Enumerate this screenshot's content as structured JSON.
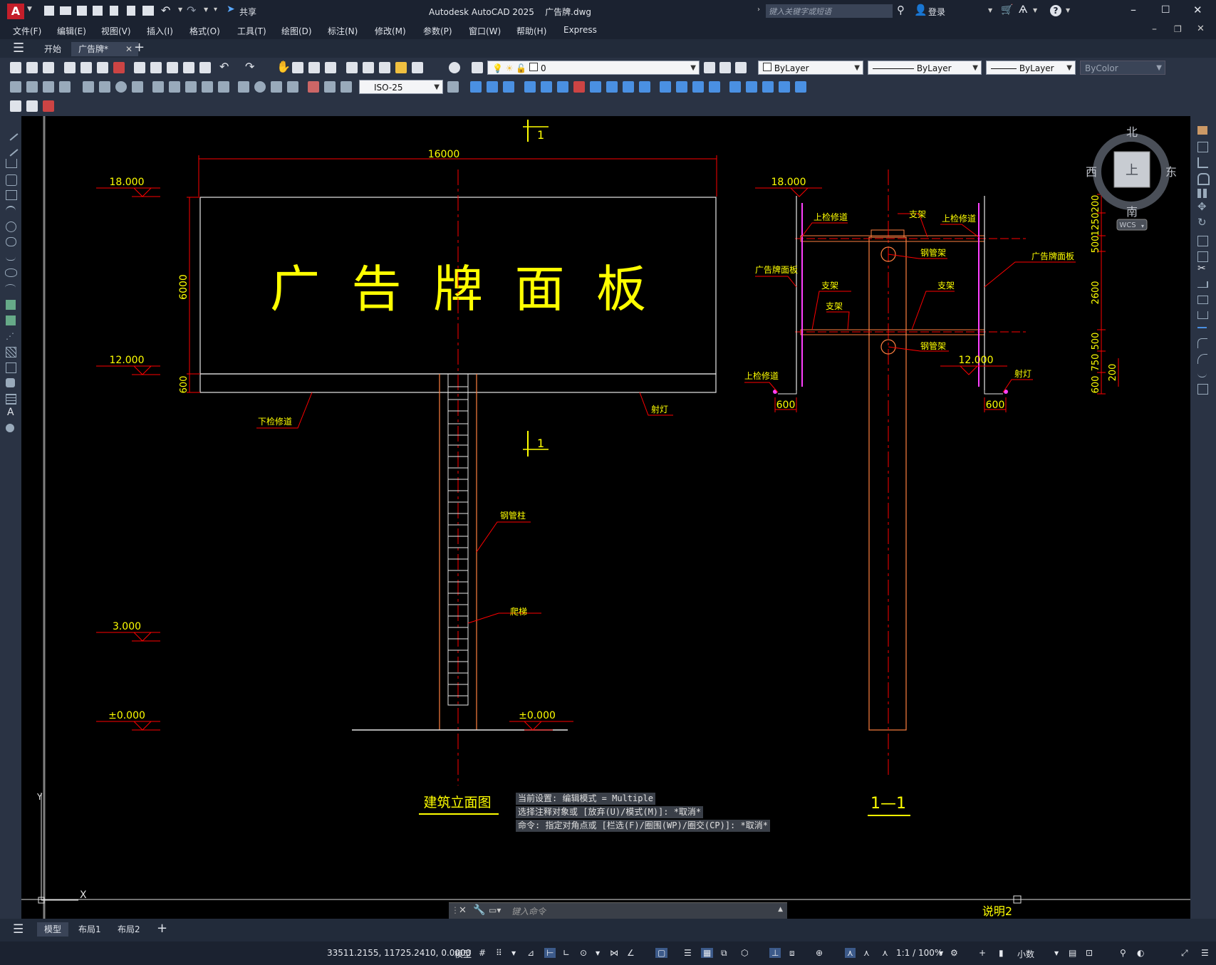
{
  "window": {
    "title": "Autodesk AutoCAD 2025    广告牌.dwg",
    "search_placeholder": "键入关键字或短语",
    "share_label": "共享",
    "login_label": "登录"
  },
  "menu": [
    "文件(F)",
    "编辑(E)",
    "视图(V)",
    "插入(I)",
    "格式(O)",
    "工具(T)",
    "绘图(D)",
    "标注(N)",
    "修改(M)",
    "参数(P)",
    "窗口(W)",
    "帮助(H)",
    "Express"
  ],
  "tabs": [
    {
      "label": "开始"
    },
    {
      "label": "广告牌*"
    }
  ],
  "toolbar": {
    "layer_value": "0",
    "dimstyle_value": "ISO-25",
    "color_value": "ByLayer",
    "linetype_value": "ByLayer",
    "lineweight_value": "ByLayer",
    "plotstyle_value": "ByColor"
  },
  "viewcube": {
    "north": "北",
    "south": "南",
    "east": "东",
    "west": "西",
    "top": "上",
    "wcs": "WCS"
  },
  "drawing": {
    "section_mark": "1",
    "overall_width": "16000",
    "panel_text": "广  告  牌  面  板",
    "dim_height": "6000",
    "dim_bottom": "600",
    "elev_18": "18.000",
    "elev_12": "12.000",
    "elev_3": "3.000",
    "elev_0": "±0.000",
    "label_lower_walkway": "下检修道",
    "label_spotlight": "射灯",
    "label_steel_column": "钢管柱",
    "label_ladder": "爬梯",
    "title_elevation": "建筑立面图",
    "title_section": "1—1",
    "label_upper_walkway": "上检修道",
    "label_support": "支架",
    "label_panel": "广告牌面板",
    "label_steel_frame": "钢管架",
    "dim_600": "600",
    "side_dims": [
      "200",
      "1250",
      "500",
      "2600",
      "500",
      "750",
      "600"
    ],
    "side_dim_200": "200",
    "note": "说明2"
  },
  "command": {
    "history": [
      "当前设置: 编辑模式 = Multiple",
      "选择注释对象或 [放弃(U)/模式(M)]: *取消*",
      "命令: 指定对角点或 [栏选(F)/圈围(WP)/圈交(CP)]: *取消*"
    ],
    "placeholder": "键入命令"
  },
  "layouts": [
    "模型",
    "布局1",
    "布局2"
  ],
  "status": {
    "coords": "33511.2155, 11725.2410, 0.0000",
    "model_label": "模型",
    "scale": "1:1 / 100%",
    "units": "小数"
  }
}
